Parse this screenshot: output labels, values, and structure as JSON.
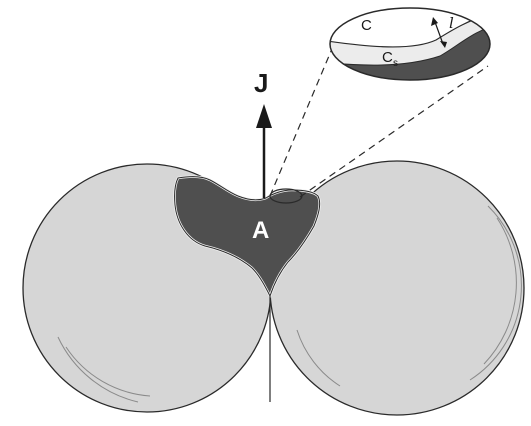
{
  "labels": {
    "flux": "J",
    "neck_area": "A",
    "zoom_c": "C",
    "zoom_cs_main": "C",
    "zoom_cs_sub": "s",
    "zoom_l": "l"
  },
  "colors": {
    "particle_fill": "#d6d6d6",
    "neck_fill": "#4f4f4f",
    "outline": "#2a2a2a",
    "surface_layer": "#ececec"
  }
}
